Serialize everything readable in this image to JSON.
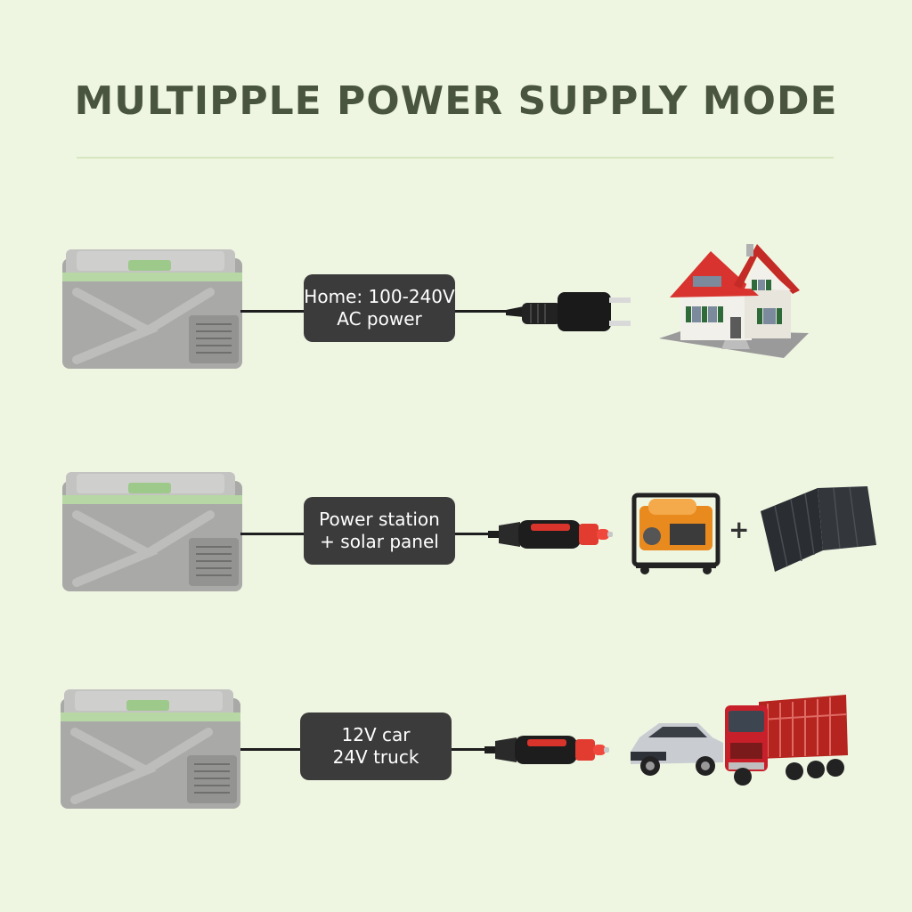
{
  "title": "MULTIPPLE POWER SUPPLY MODE",
  "rows": [
    {
      "line1": "Home: 100-240V",
      "line2": "AC power",
      "plug": "ac-wall-plug-icon",
      "source": [
        "house-icon"
      ]
    },
    {
      "line1": "Power station",
      "line2": "+ solar panel",
      "plug": "cigarette-plug-icon",
      "source": [
        "generator-icon",
        "solar-panel-icon"
      ],
      "plus": "+"
    },
    {
      "line1": "12V car",
      "line2": "24V truck",
      "plug": "cigarette-plug-icon",
      "source": [
        "car-icon",
        "truck-icon"
      ]
    }
  ],
  "colors": {
    "background": "#eef6e2",
    "title": "#4a5540",
    "label_bg": "#3b3b3b",
    "fridge_body": "#a9a9a7",
    "fridge_accent": "#b7d8a4",
    "roof": "#d8332e",
    "generator": "#e98a1e",
    "truck": "#c8202a"
  }
}
